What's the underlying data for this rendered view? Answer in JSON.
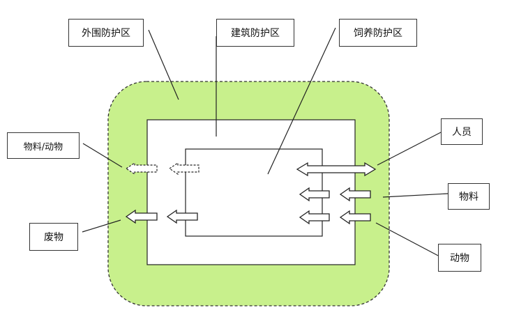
{
  "colors": {
    "outer_fill": "#c8f08c",
    "outer_stroke": "#333333",
    "box_stroke": "#222222",
    "arrow_stroke": "#222222",
    "line": "#222222"
  },
  "labels": {
    "outer_zone": "外围防护区",
    "building_zone": "建筑防护区",
    "breeding_zone": "饲养防护区",
    "materials_animals": "物料/动物",
    "waste": "废物",
    "personnel": "人员",
    "materials": "物料",
    "animals": "动物"
  }
}
